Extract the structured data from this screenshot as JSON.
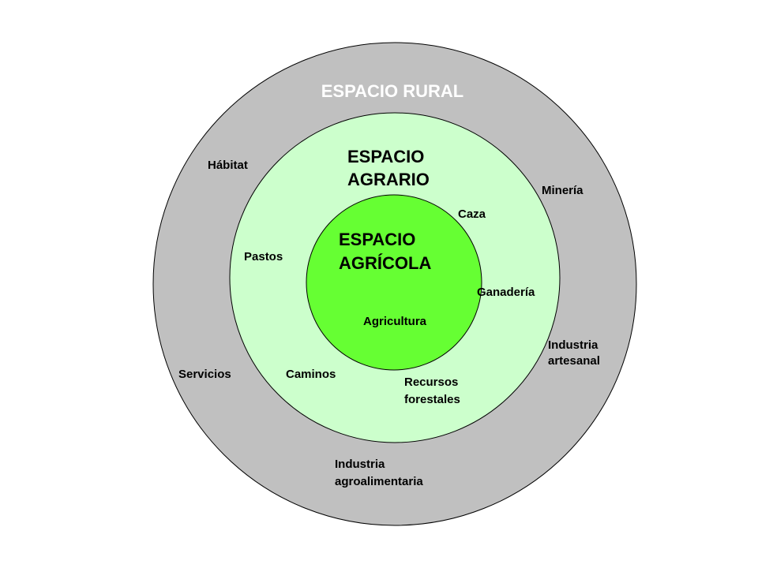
{
  "colors": {
    "rural_fill": "#c0c0c0",
    "agrario_fill": "#ccffcc",
    "agricola_fill": "#66ff33",
    "stroke": "#000000",
    "rural_title_text": "#ffffff"
  },
  "rings": {
    "rural": {
      "title": "ESPACIO RURAL",
      "labels": [
        "Hábitat",
        "Minería",
        "Industria",
        "artesanal",
        "Servicios",
        "Industria",
        "agroalimentaria"
      ]
    },
    "agrario": {
      "title_line1": "ESPACIO",
      "title_line2": "AGRARIO",
      "labels": [
        "Caza",
        "Pastos",
        "Ganadería",
        "Caminos",
        "Recursos",
        "forestales"
      ]
    },
    "agricola": {
      "title_line1": "ESPACIO",
      "title_line2": "AGRÍCOLA",
      "labels": [
        "Agricultura"
      ]
    }
  }
}
